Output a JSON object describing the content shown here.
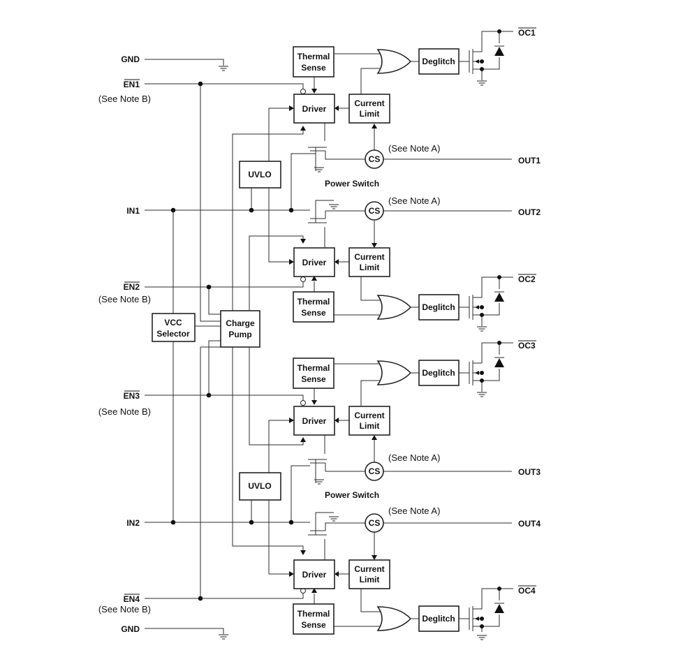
{
  "pins": {
    "gnd_top": "GND",
    "en1": "EN1",
    "in1": "IN1",
    "en2": "EN2",
    "en3": "EN3",
    "in2": "IN2",
    "en4": "EN4",
    "gnd_bottom": "GND",
    "out1": "OUT1",
    "out2": "OUT2",
    "out3": "OUT3",
    "out4": "OUT4",
    "oc1": "OC1",
    "oc2": "OC2",
    "oc3": "OC3",
    "oc4": "OC4"
  },
  "notes": {
    "note_b": "(See Note B)",
    "note_a": "(See Note A)"
  },
  "blocks": {
    "thermal_1": "Thermal",
    "thermal_2": "Sense",
    "driver": "Driver",
    "current_1": "Current",
    "current_2": "Limit",
    "deglitch": "Deglitch",
    "uvlo": "UVLO",
    "cs": "CS",
    "power_switch": "Power Switch",
    "vcc_1": "VCC",
    "vcc_2": "Selector",
    "charge_1": "Charge",
    "charge_2": "Pump"
  },
  "colors": {
    "line": "#2b2b2b",
    "text": "#111111",
    "background": "#ffffff"
  }
}
